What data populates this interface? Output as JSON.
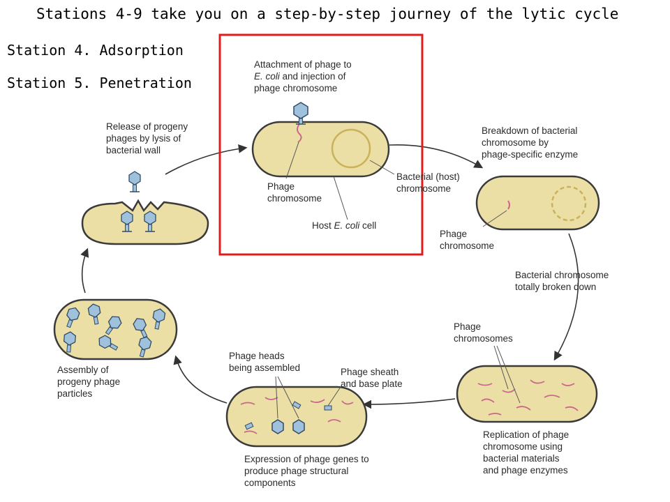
{
  "slide": {
    "title": "Stations 4-9 take you on a step-by-step journey of the lytic cycle",
    "stations": [
      "Station 4. Adsorption",
      "Station 5. Penetration"
    ]
  },
  "colors": {
    "cell_fill": "#ecdfa5",
    "cell_stroke": "#3a3a3a",
    "phage_fill": "#9fc1db",
    "phage_stroke": "#2e4a66",
    "chromosome": "#c9688c",
    "host_chromosome": "#c9b25a",
    "highlight_box": "#e01b1b",
    "arrow": "#333333",
    "label_text": "#2a2a2a"
  },
  "labels": {
    "attach": {
      "l1": "Attachment of phage to",
      "l2_italic": "E. coli",
      "l2_rest": " and injection of",
      "l3": "phage chromosome"
    },
    "phage_chromosome_a": [
      "Phage",
      "chromosome"
    ],
    "host_cell": {
      "prefix": "Host ",
      "italic": "E. coli",
      "suffix": " cell"
    },
    "bacterial_host_chromosome": [
      "Bacterial (host)",
      "chromosome"
    ],
    "breakdown": [
      "Breakdown of bacterial",
      "chromosome by",
      "phage-specific enzyme"
    ],
    "phage_chromosome_b": [
      "Phage",
      "chromosome"
    ],
    "totally_broken": [
      "Bacterial chromosome",
      "totally broken down"
    ],
    "phage_chromosomes": [
      "Phage",
      "chromosomes"
    ],
    "replication": [
      "Replication of phage",
      "chromosome using",
      "bacterial materials",
      "and phage enzymes"
    ],
    "phage_heads": [
      "Phage heads",
      "being assembled"
    ],
    "sheath": [
      "Phage sheath",
      "and base plate"
    ],
    "expression": [
      "Expression of phage genes to",
      "produce phage structural",
      "components"
    ],
    "assembly": [
      "Assembly of",
      "progeny phage",
      "particles"
    ],
    "release": [
      "Release of progeny",
      "phages by lysis of",
      "bacterial wall"
    ]
  }
}
